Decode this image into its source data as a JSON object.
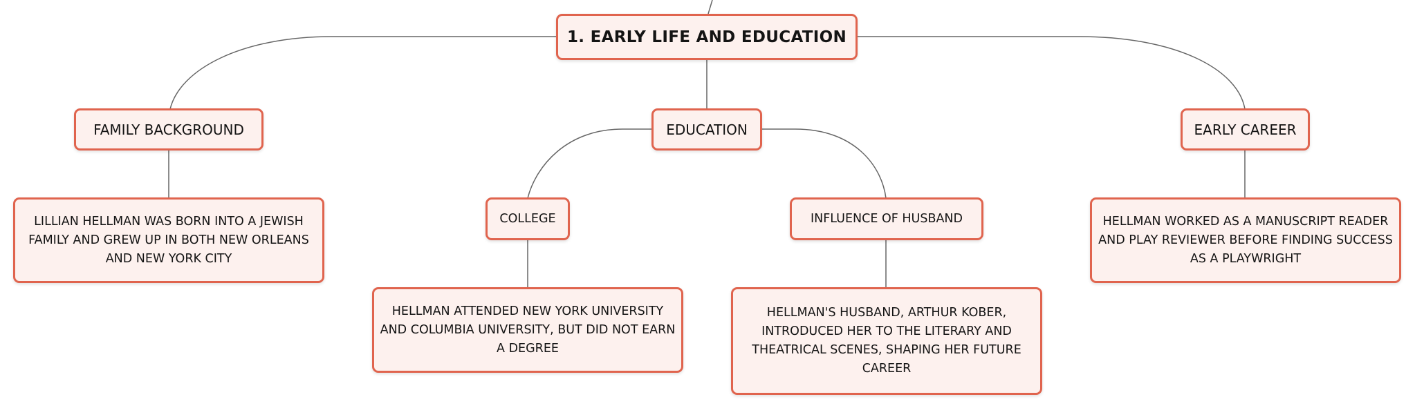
{
  "colors": {
    "node_fill": "#fdf1ee",
    "node_border": "#e0644e",
    "connector": "#666666",
    "text": "#141414"
  },
  "mindmap": {
    "root": {
      "label": "1. EARLY LIFE AND EDUCATION"
    },
    "family_background": {
      "label": "FAMILY BACKGROUND",
      "detail": "LILLIAN HELLMAN WAS BORN INTO A JEWISH FAMILY AND GREW UP IN BOTH NEW ORLEANS AND NEW YORK CITY"
    },
    "education": {
      "label": "EDUCATION",
      "college": {
        "label": "COLLEGE",
        "detail": "HELLMAN ATTENDED NEW YORK UNIVERSITY AND COLUMBIA UNIVERSITY, BUT DID NOT EARN A DEGREE"
      },
      "influence_of_husband": {
        "label": "INFLUENCE OF HUSBAND",
        "detail": "HELLMAN'S HUSBAND, ARTHUR KOBER, INTRODUCED HER TO THE LITERARY AND THEATRICAL SCENES, SHAPING HER FUTURE CAREER"
      }
    },
    "early_career": {
      "label": "EARLY CAREER",
      "detail": "HELLMAN WORKED AS A MANUSCRIPT READER AND PLAY REVIEWER BEFORE FINDING SUCCESS AS A PLAYWRIGHT"
    }
  }
}
